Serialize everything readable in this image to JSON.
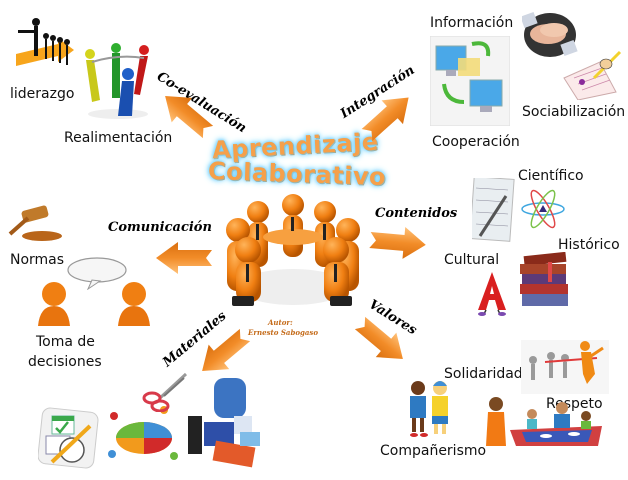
{
  "center": {
    "title_line1": "Aprendizaje",
    "title_line2": "Colaborativo",
    "author_label": "Autor:",
    "author_name": "Ernesto Sabogaso"
  },
  "branches": {
    "coevaluacion": {
      "label": "Co-evaluación",
      "items": [
        "liderazgo",
        "Realimentación"
      ]
    },
    "integracion": {
      "label": "Integración",
      "items": [
        "Información",
        "Cooperación",
        "Sociabilización"
      ]
    },
    "contenidos": {
      "label": "Contenidos",
      "items": [
        "Científico",
        "Histórico",
        "Cultural"
      ]
    },
    "comunicacion": {
      "label": "Comunicación",
      "items": [
        "Normas",
        "Toma de",
        "decisiones"
      ]
    },
    "materiales": {
      "label": "Materiales",
      "items": []
    },
    "valores": {
      "label": "Valores",
      "items": [
        "Solidaridad",
        "Respeto",
        "Compañerismo"
      ]
    }
  },
  "colors": {
    "arrow": "#f28c28",
    "arrow_light": "#ffb35c",
    "figure_orange": "#f07f12",
    "title_fill": "#f5a04a",
    "title_glow": "#6fd0ff"
  },
  "icons": [
    "leader-figures-icon",
    "people-circle-icon",
    "computers-exchange-icon",
    "handshake-icon",
    "signing-document-icon",
    "math-notes-icon",
    "atom-icon",
    "books-stack-icon",
    "letter-a-character-icon",
    "gavel-icon",
    "speech-bubble-icon",
    "two-people-talking-icon",
    "calendar-tool-icon",
    "puzzle-team-icon",
    "scissors-icon",
    "school-supplies-icon",
    "runners-finish-icon",
    "children-friends-icon",
    "family-meal-icon",
    "team-huddle-icon"
  ]
}
